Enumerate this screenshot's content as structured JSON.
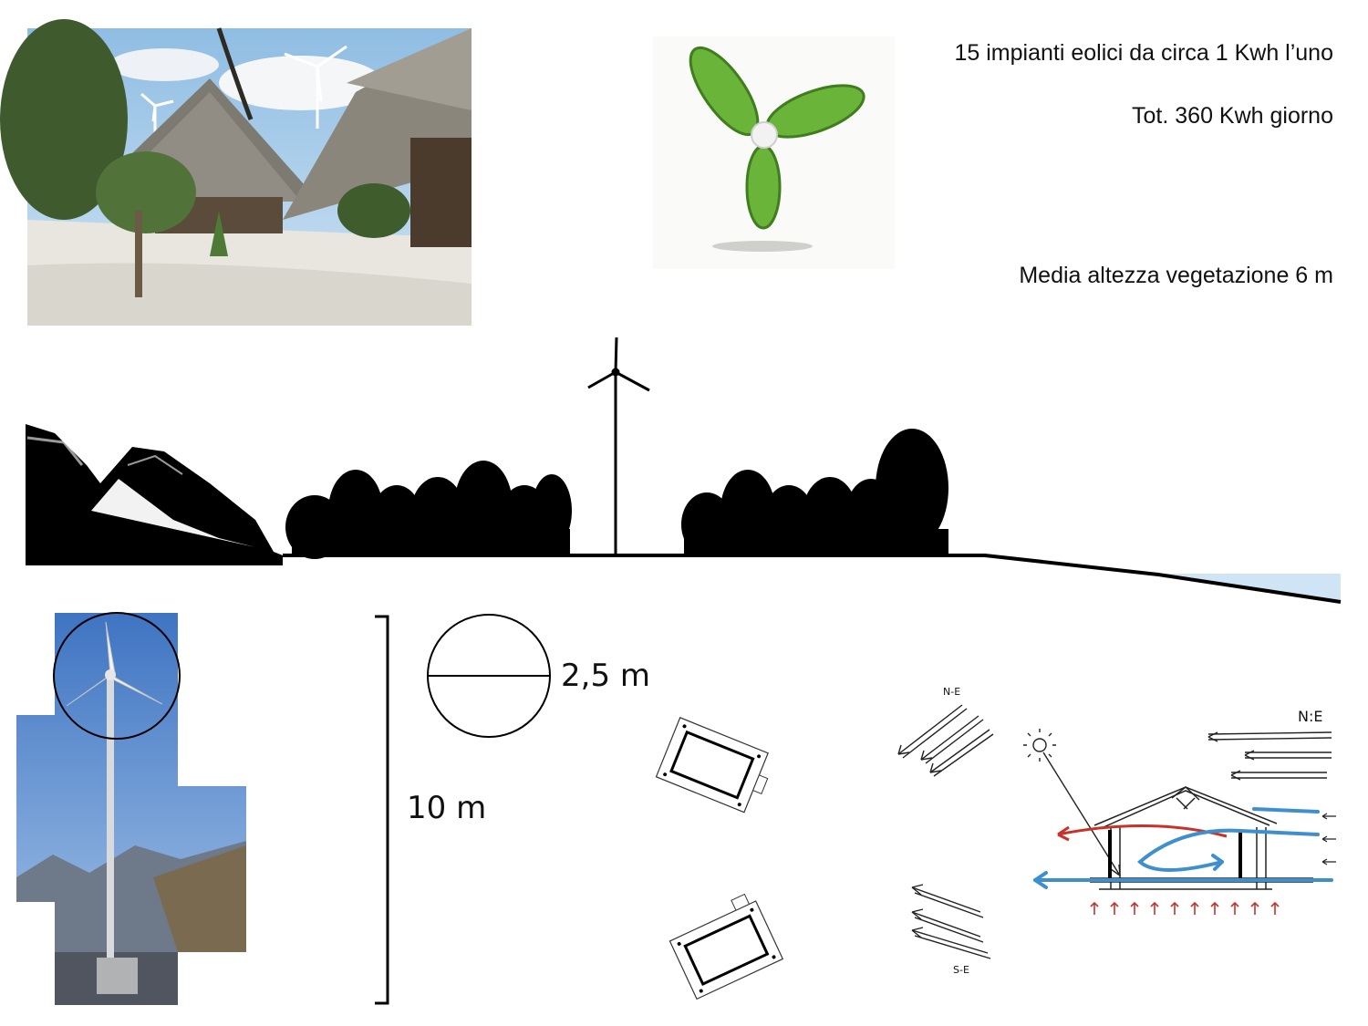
{
  "texts": {
    "turbines_count": "15 impianti eolici da circa 1 Kwh l’uno",
    "total_energy": "Tot. 360 Kwh giorno",
    "vegetation_height": "Media altezza vegetazione 6 m",
    "rotor_diameter": "2,5 m",
    "tower_height": "10 m"
  },
  "wind_labels": {
    "ne_small": "N-E",
    "se_small": "S-E",
    "ne_sketch": "N:E"
  },
  "colors": {
    "sky": "#9fc6e6",
    "sand": "#ecebe7",
    "leaf_green": "#6bb43a",
    "water": "#cfe4f5",
    "warm_air": "#c8322a",
    "cool_air": "#3f8fcf"
  }
}
